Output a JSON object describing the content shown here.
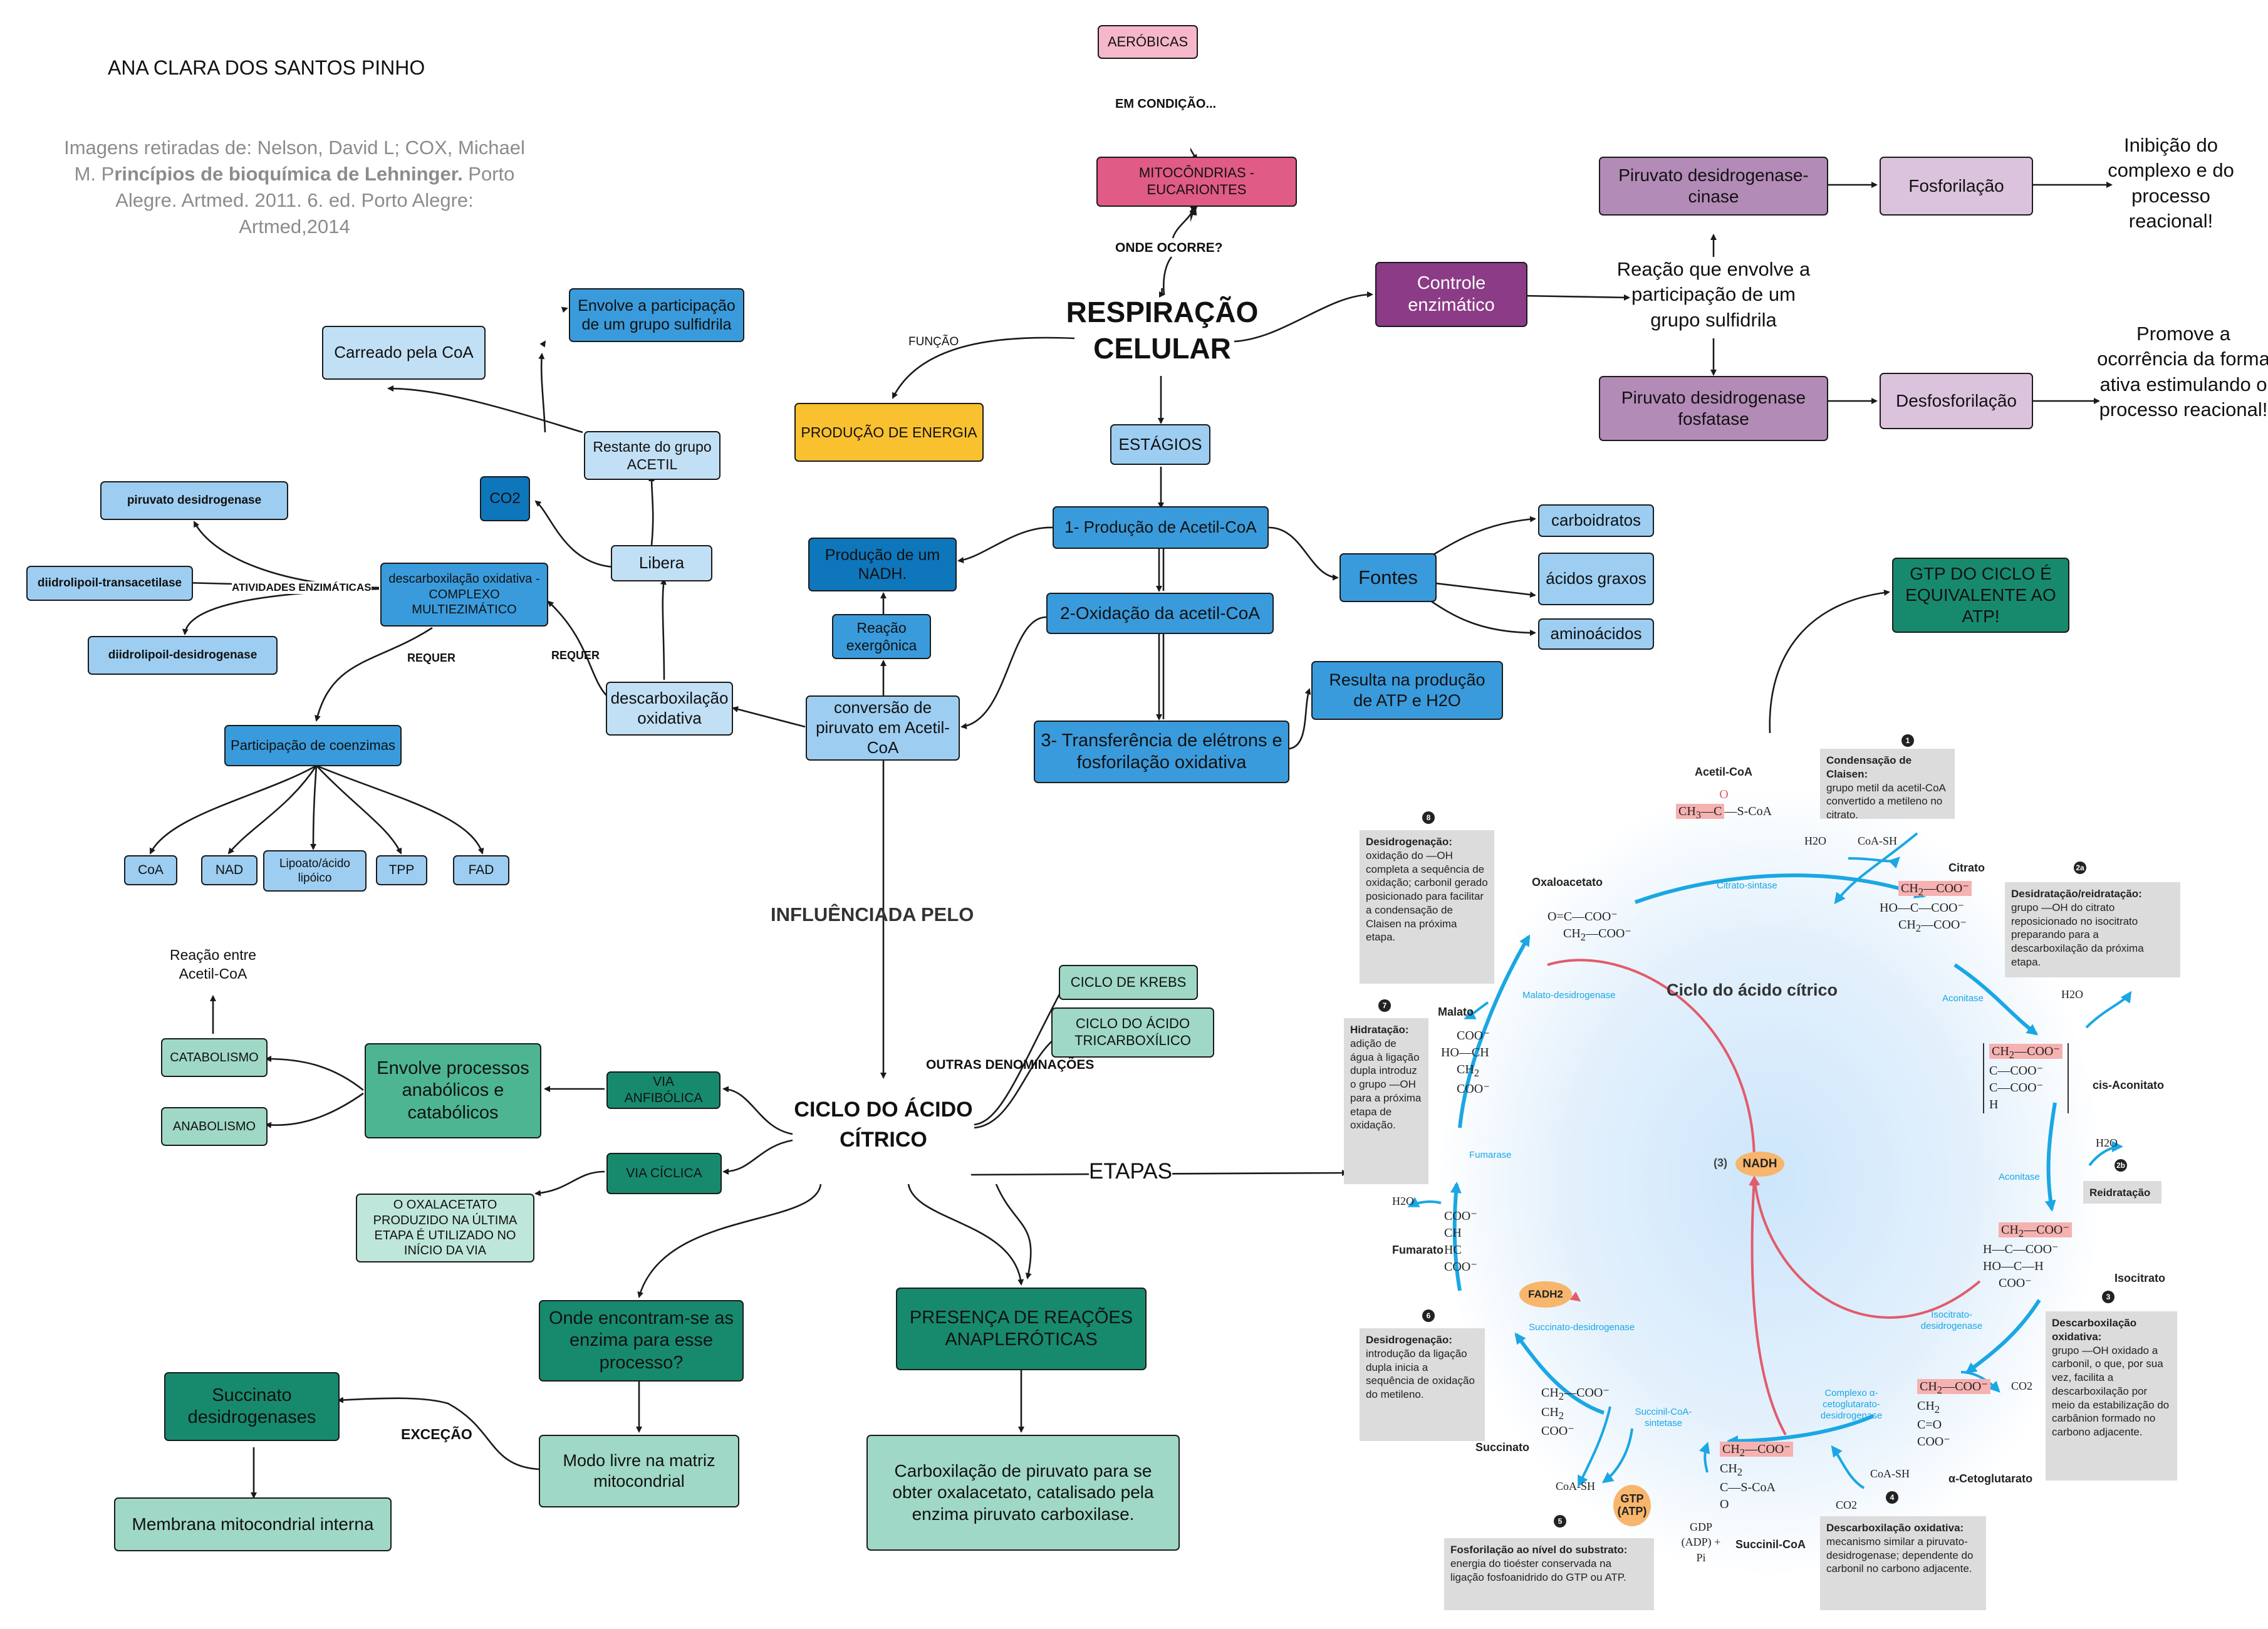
{
  "author": "ANA CLARA DOS SANTOS PINHO",
  "citation": {
    "p1": "Imagens retiradas de: Nelson, David L; COX, Michael M. P",
    "bold": "rincípios de bioquímica de Lehninger.",
    "p2": " Porto Alegre. Artmed. 2011. 6. ed. Porto Alegre: Artmed,2014"
  },
  "central": {
    "title": "RESPIRAÇÃO CELULAR"
  },
  "top": {
    "aerobicas": "AERÓBICAS",
    "em_condicao": "EM CONDIÇÃO...",
    "mitocondrias": "MITOCÔNDRIAS - EUCARIONTES",
    "onde_ocorre": "ONDE OCORRE?"
  },
  "funcao": {
    "label": "FUNÇÃO",
    "producao": "PRODUÇÃO DE ENERGIA"
  },
  "control": {
    "controle": "Controle enzimático",
    "reacao": "Reação que envolve a participação de um grupo sulfidrila",
    "cinase": "Piruvato desidrogenase-cinase",
    "fosforilacao": "Fosforilação",
    "inibicao": "Inibição do complexo e do processo reacional!",
    "fosfatase": "Piruvato desidrogenase fosfatase",
    "desfosforilacao": "Desfosforilação",
    "promove": "Promove a ocorrência da forma ativa estimulando o processo reacional!"
  },
  "estagios": {
    "label": "ESTÁGIOS",
    "s1": "1- Produção de Acetil-CoA",
    "s2": "2-Oxidação da acetil-CoA",
    "s3": "3- Transferência de elétrons e fosforilação oxidativa",
    "resulta": "Resulta na produção de ATP e H2O",
    "fontes": "Fontes",
    "carboidratos": "carboidratos",
    "acidos": "ácidos graxos",
    "aminoacidos": "aminoácidos"
  },
  "gtp": "GTP DO CICLO É EQUIVALENTE AO ATP!",
  "conversao": {
    "nadh": "Produção de um NADH.",
    "reacao_exer": "Reação exergônica",
    "conversao": "conversão de piruvato em Acetil-CoA",
    "descarbox": "descarboxilação oxidativa",
    "libera": "Libera",
    "co2": "CO2",
    "restante": "Restante do grupo ACETIL",
    "carreado": "Carreado pela CoA",
    "envolve": "Envolve a participação de um grupo sulfidrila",
    "requer1": "REQUER",
    "requer2": "REQUER",
    "complexo": "descarboxilação oxidativa - COMPLEXO MULTIEZIMÁTICO",
    "atividades": "ATIVIDADES ENZIMÁTICAS",
    "piruvato_desid": "piruvato desidrogenase",
    "transacetilase": "diidrolipoil-transacetilase",
    "diidro_desid": "diidrolipoil-desidrogenase",
    "coenzimas": "Participação de coenzimas",
    "coa": "CoA",
    "nad": "NAD",
    "lipoato": "Lipoato/ácido lipóico",
    "tpp": "TPP",
    "fad": "FAD"
  },
  "influenciada": "INFLUÊNCIADA PELO",
  "ciclo": {
    "title": "CICLO DO ÁCIDO CÍTRICO",
    "outras": "OUTRAS DENOMINAÇÕES",
    "krebs": "CICLO DE KREBS",
    "tricarbox": "CICLO DO ÁCIDO TRICARBOXÍLICO",
    "etapas": "ETAPAS",
    "anfibolica": "VIA ANFIBÓLICA",
    "envolve_proc": "Envolve processos anabólicos e catabólicos",
    "catabolismo": "CATABOLISMO",
    "anabolismo": "ANABOLISMO",
    "reacao_entre": "Reação entre Acetil-CoA",
    "ciclica": "VIA CÍCLICA",
    "oxalacetato": "O OXALACETATO PRODUZIDO NA ÚLTIMA ETAPA É UTILIZADO NO INÍCIO DA VIA",
    "onde_enzimas": "Onde encontram-se as enzima para esse processo?",
    "modo_livre": "Modo livre na matriz mitocondrial",
    "excecao": "EXCEÇÃO",
    "succinato_d": "Succinato desidrogenases",
    "membrana": "Membrana mitocondrial interna",
    "anapleroticas": "PRESENÇA DE REAÇÕES ANAPLERÓTICAS",
    "carboxilacao": "Carboxilação de piruvato para se obter oxalacetato, catalisado pela enzima piruvato carboxilase."
  },
  "krebs_fig": {
    "title": "Ciclo do ácido cítrico",
    "acetil_coa": "Acetil-CoA",
    "citrato": "Citrato",
    "cis_aconitato": "cis-Aconitato",
    "isocitrato": "Isocitrato",
    "alfa_ceto": "α-Cetoglutarato",
    "succinil_coa": "Succinil-CoA",
    "succinato": "Succinato",
    "fumarato": "Fumarato",
    "malato": "Malato",
    "oxaloacetato": "Oxaloacetato",
    "enz_citrato_sintase": "Citrato-sintase",
    "enz_aconitase1": "Aconitase",
    "enz_aconitase2": "Aconitase",
    "enz_isocitrato": "Isocitrato-desidrogenase",
    "enz_alfa": "Complexo α-cetoglutarato-desidrogenase",
    "enz_succinil": "Succinil-CoA-sintetase",
    "enz_succinato": "Succinato-desidrogenase",
    "enz_fumarase": "Fumarase",
    "enz_malato": "Malato-desidrogenase",
    "nadh": "NADH",
    "nadh_count": "(3)",
    "fadh2": "FADH2",
    "gtp": "GTP (ATP)",
    "gdp": "GDP (ADP) + Pi",
    "h2o": "H2O",
    "coash": "CoA-SH",
    "co2": "CO2",
    "box1_title": "Condensação de Claisen:",
    "box1_text": "grupo metil da acetil-CoA convertido a metileno no citrato.",
    "box2a_title": "Desidratação/reidratação:",
    "box2a_text": "grupo —OH do citrato reposicionado no isocitrato preparando para a descarboxilação da próxima etapa.",
    "box2b": "Reidratação",
    "box3_title": "Descarboxilação oxidativa:",
    "box3_text": "grupo —OH oxidado a carbonil, o que, por sua vez, facilita a descarboxilação por meio da estabilização do carbânion formado no carbono adjacente.",
    "box4_title": "Descarboxilação oxidativa:",
    "box4_text": "mecanismo similar a piruvato-desidrogenase; dependente do carbonil no carbono adjacente.",
    "box5_title": "Fosforilação ao nível do substrato:",
    "box5_text": "energia do tioéster conservada na ligação fosfoanidrido do GTP ou ATP.",
    "box6_title": "Desidrogenação:",
    "box6_text": "introdução da ligação dupla inicia a sequência de oxidação do metileno.",
    "box7_title": "Hidratação:",
    "box7_text": "adição de água à ligação dupla introduz o grupo —OH para a próxima etapa de oxidação.",
    "box8_title": "Desidrogenação:",
    "box8_text": "oxidação do —OH completa a sequência de oxidação; carbonil gerado posicionado para facilitar a condensação de Claisen na próxima etapa."
  },
  "colors": {
    "arrow": "#1a1a1a",
    "cycle_blue": "#1aa7e4",
    "nadh_red": "#e25b6b"
  }
}
